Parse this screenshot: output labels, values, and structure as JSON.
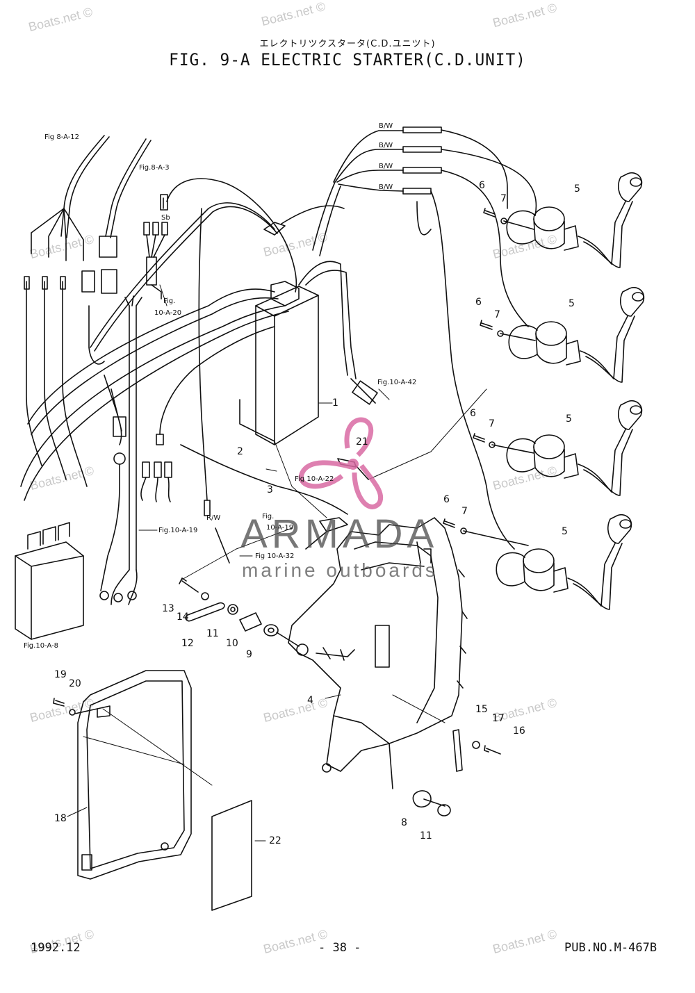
{
  "header": {
    "title_jp": "エレクトリツクスタータ(C.D.ユニツト)",
    "title": "FIG.  9-A ELECTRIC STARTER(C.D.UNIT)"
  },
  "footer": {
    "date": "1992.12",
    "page": "- 38 -",
    "pub_no": "PUB.NO.M-467B"
  },
  "watermark": {
    "text": "Boats.net ©",
    "brand": "ARMADA",
    "brand_sub": "marine outboards"
  },
  "wire_labels": {
    "bw1": "B/W",
    "bw2": "B/W",
    "bw3": "B/W",
    "bw4": "B/W",
    "rw": "R/W",
    "sb": "Sb"
  },
  "references": {
    "fig8a12": "Fig 8-A-12",
    "fig8a3": "Fig.8-A-3",
    "fig10a20_a": "Fig.",
    "fig10a20_b": "10-A-20",
    "fig10a42": "Fig.10-A-42",
    "fig10a22": "Fig 10-A-22",
    "fig10a19a_a": "Fig.",
    "fig10a19a_b": "10-A-19",
    "fig10a19b": "Fig.10-A-19",
    "fig10a32": "Fig 10-A-32",
    "fig10a8": "Fig.10-A-8"
  },
  "part_numbers": {
    "p1": "1",
    "p2": "2",
    "p3": "3",
    "p4": "4",
    "p5a": "5",
    "p5b": "5",
    "p5c": "5",
    "p5d": "5",
    "p6a": "6",
    "p6b": "6",
    "p6c": "6",
    "p6d": "6",
    "p7a": "7",
    "p7b": "7",
    "p7c": "7",
    "p7d": "7",
    "p8": "8",
    "p9": "9",
    "p10": "10",
    "p11a": "11",
    "p11b": "11",
    "p12": "12",
    "p13": "13",
    "p14": "14",
    "p15": "15",
    "p16": "16",
    "p17": "17",
    "p18": "18",
    "p19": "19",
    "p20": "20",
    "p21": "21",
    "p22": "22"
  },
  "colors": {
    "ink": "#111111",
    "watermark": "#c9c9c9",
    "brand": "#4a4a4a",
    "propeller": "#d96aa3"
  }
}
